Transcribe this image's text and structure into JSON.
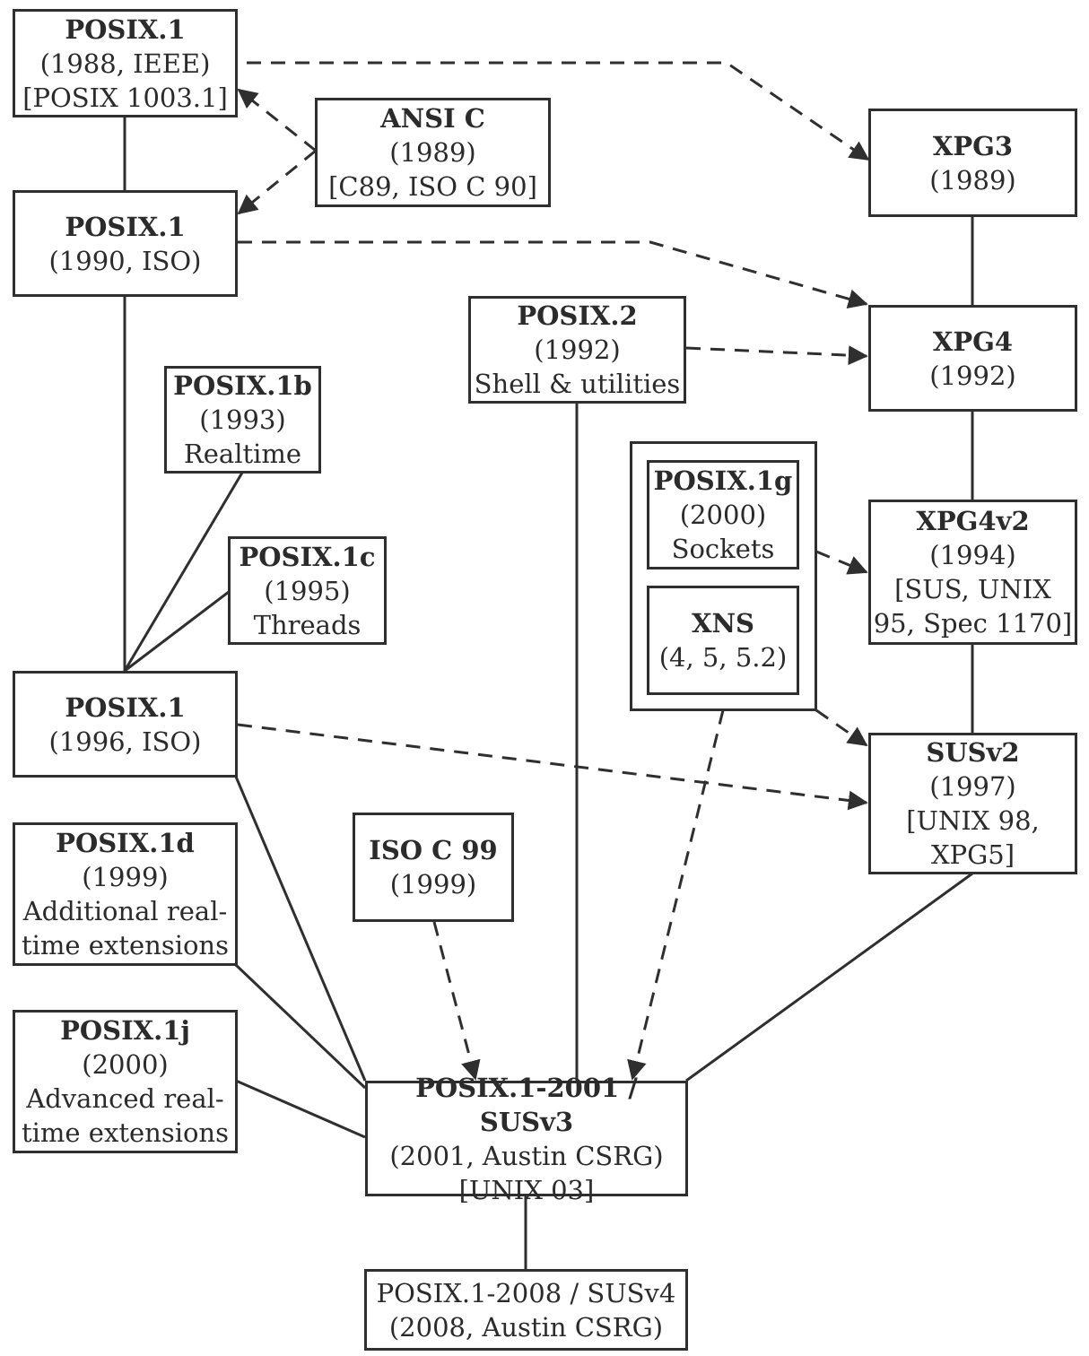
{
  "nodes": {
    "posix1_1988": {
      "title": "POSIX.1",
      "lines": [
        "(1988, IEEE)",
        "[POSIX 1003.1]"
      ]
    },
    "ansi_c": {
      "title": "ANSI C",
      "lines": [
        "(1989)",
        "[C89, ISO C 90]"
      ]
    },
    "xpg3": {
      "title": "XPG3",
      "lines": [
        "(1989)"
      ]
    },
    "posix1_1990": {
      "title": "POSIX.1",
      "lines": [
        "(1990, ISO)"
      ]
    },
    "posix2": {
      "title": "POSIX.2",
      "lines": [
        "(1992)",
        "Shell & utilities"
      ]
    },
    "xpg4": {
      "title": "XPG4",
      "lines": [
        "(1992)"
      ]
    },
    "posix1b": {
      "title": "POSIX.1b",
      "lines": [
        "(1993)",
        "Realtime"
      ]
    },
    "posix1g": {
      "title": "POSIX.1g",
      "lines": [
        "(2000)",
        "Sockets"
      ]
    },
    "xns": {
      "title": "XNS",
      "lines": [
        "(4, 5, 5.2)"
      ]
    },
    "xpg4v2": {
      "title": "XPG4v2",
      "lines": [
        "(1994)",
        "[SUS, UNIX",
        "95, Spec 1170]"
      ]
    },
    "posix1c": {
      "title": "POSIX.1c",
      "lines": [
        "(1995)",
        "Threads"
      ]
    },
    "posix1_1996": {
      "title": "POSIX.1",
      "lines": [
        "(1996, ISO)"
      ]
    },
    "susv2": {
      "title": "SUSv2",
      "lines": [
        "(1997)",
        "[UNIX 98,",
        "XPG5]"
      ]
    },
    "posix1d": {
      "title": "POSIX.1d",
      "lines": [
        "(1999)",
        "Additional real-",
        "time extensions"
      ]
    },
    "isoc99": {
      "title": "ISO C 99",
      "lines": [
        "(1999)"
      ]
    },
    "posix1j": {
      "title": "POSIX.1j",
      "lines": [
        "(2000)",
        "Advanced real-",
        "time extensions"
      ]
    },
    "susv3": {
      "title": "POSIX.1-2001 / SUSv3",
      "lines": [
        "(2001, Austin CSRG)",
        "[UNIX 03]"
      ]
    },
    "susv4": {
      "title": "",
      "lines": [
        "POSIX.1-2008 / SUSv4",
        "(2008, Austin CSRG)"
      ]
    }
  }
}
